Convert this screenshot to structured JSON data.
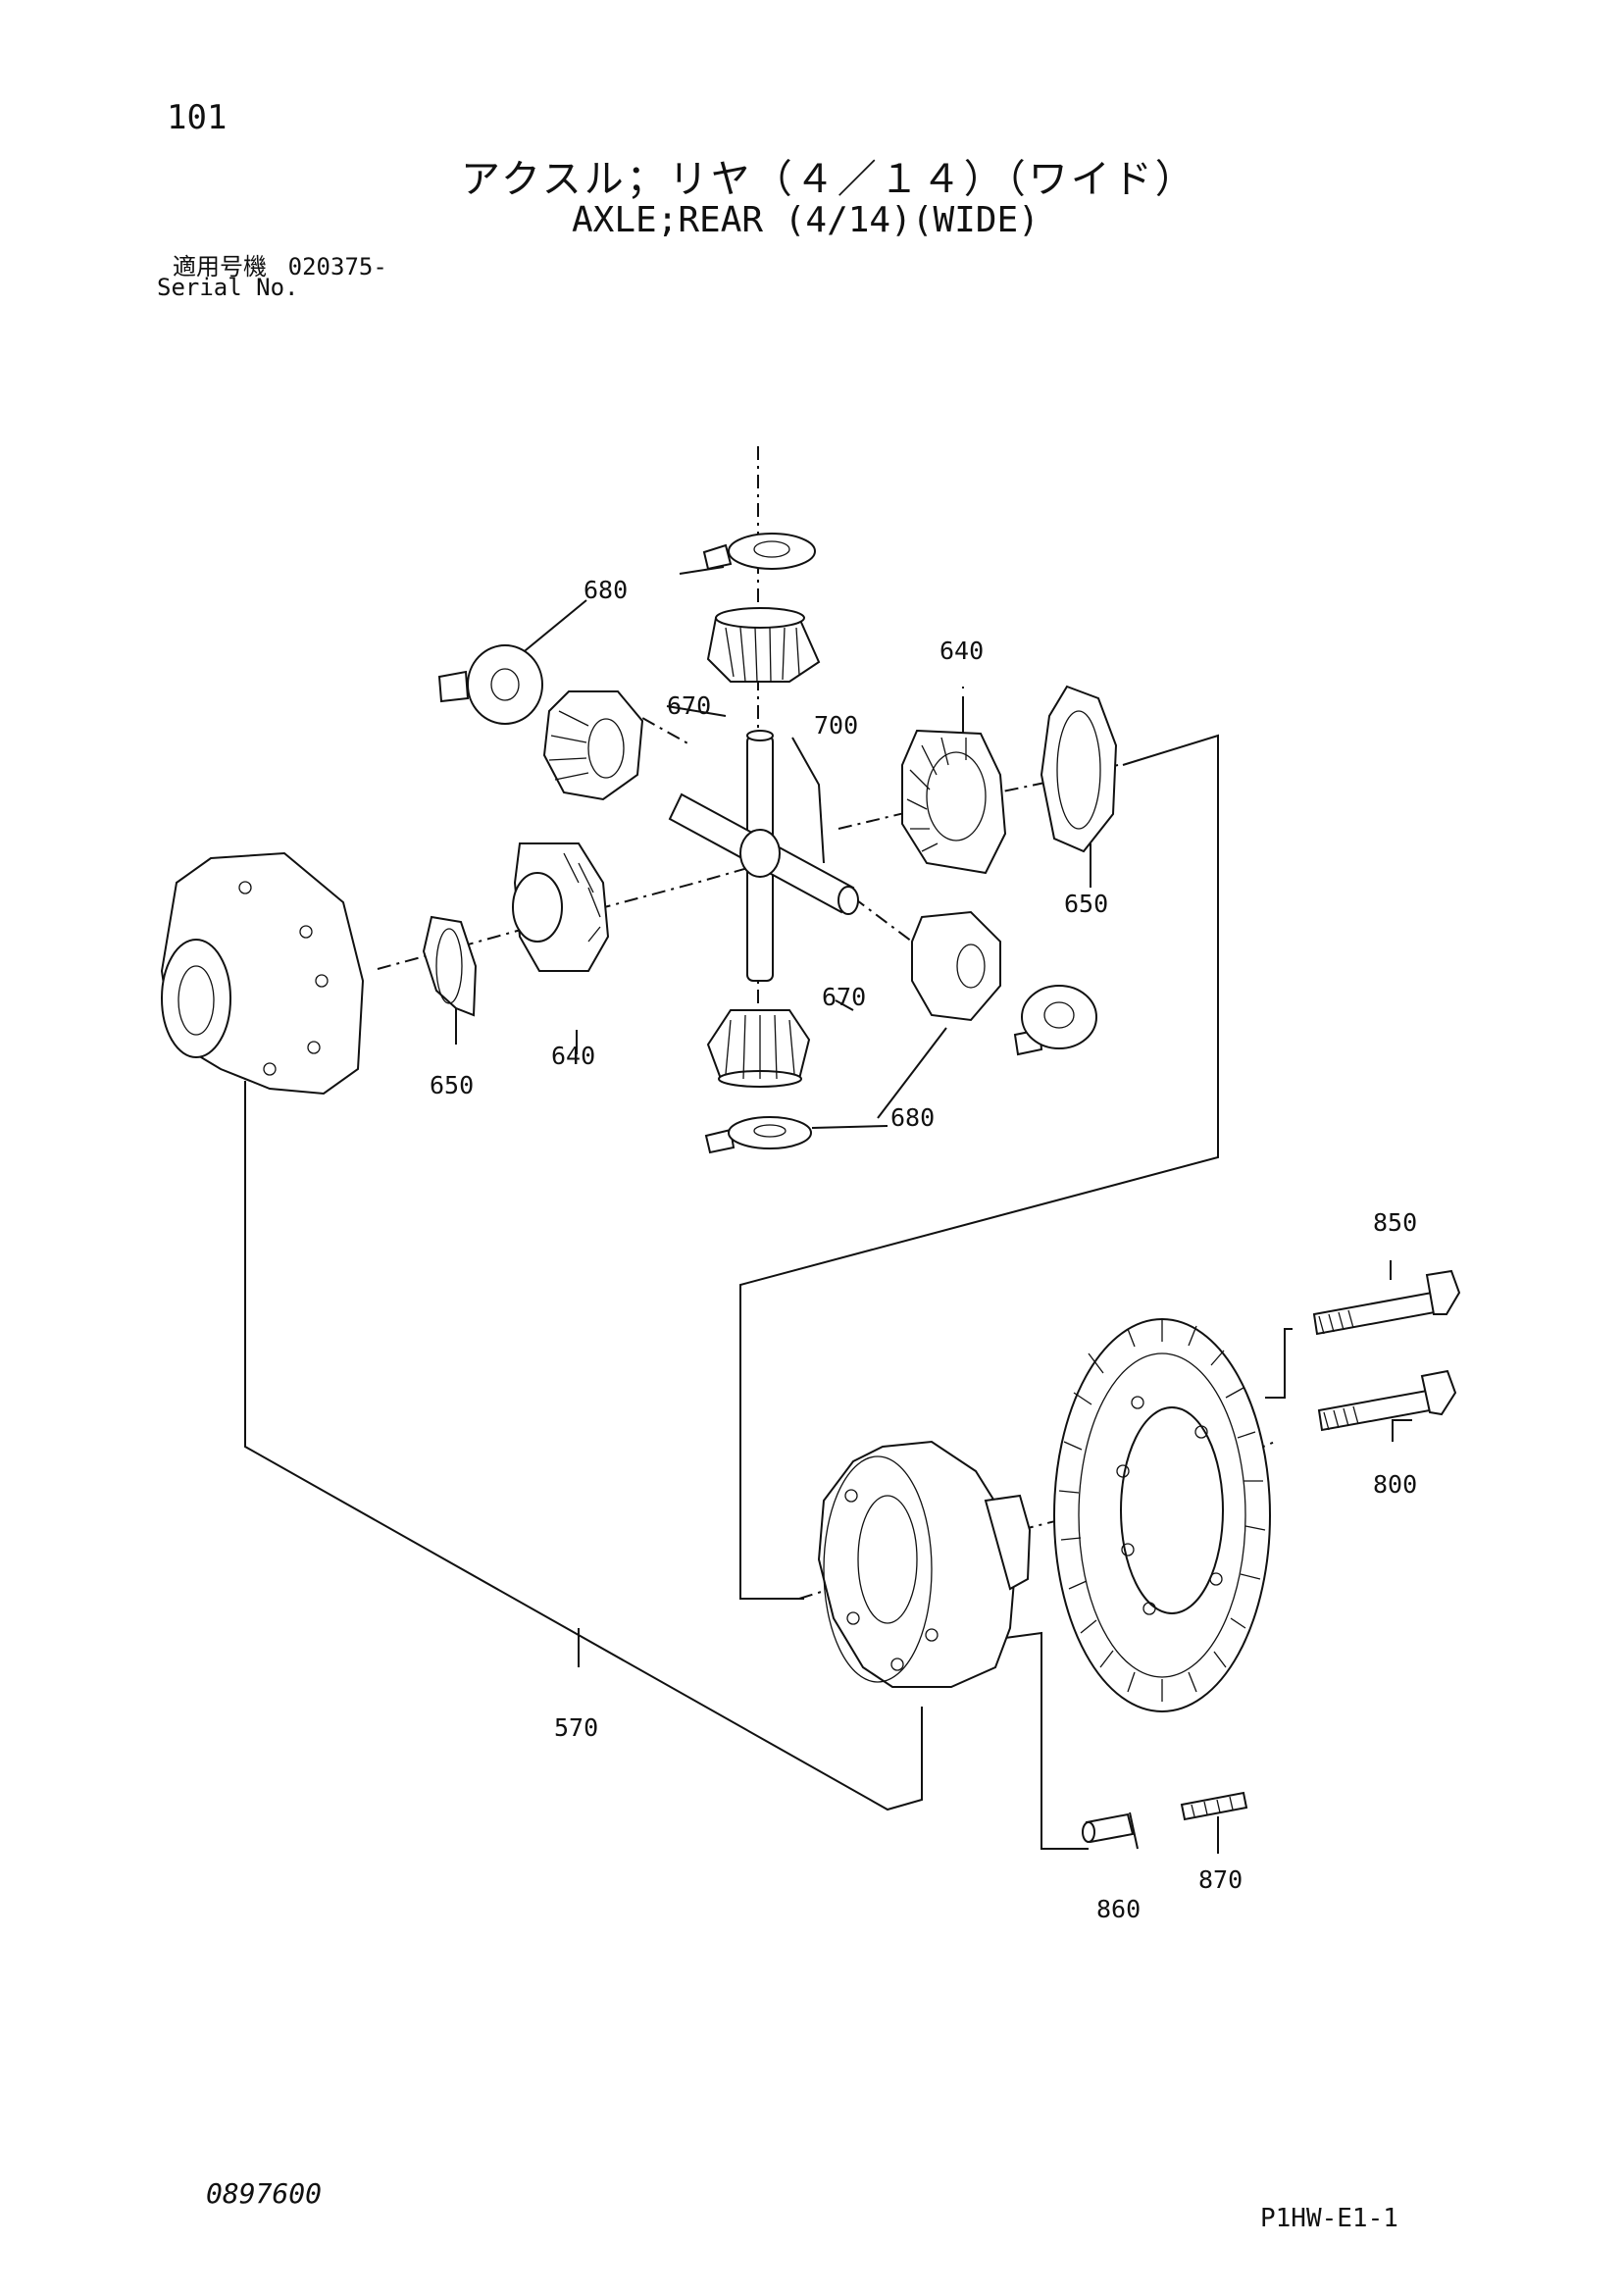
{
  "header": {
    "page_number": "101",
    "title_jp": "アクスル；リヤ（４／１４）（ワイド）",
    "title_en": "AXLE;REAR (4/14)(WIDE)",
    "serial_label_jp": "適用号機",
    "serial_value": "020375-",
    "serial_label_en": "Serial No."
  },
  "callouts": {
    "c680_top": "680",
    "c670_top": "670",
    "c640_right": "640",
    "c700": "700",
    "c650_right": "650",
    "c650_left": "650",
    "c640_left": "640",
    "c670_bottom": "670",
    "c680_bottom": "680",
    "c850": "850",
    "c800": "800",
    "c570": "570",
    "c860": "860",
    "c870": "870"
  },
  "footer": {
    "doc_code": "0897600",
    "sheet_code": "P1HW-E1-1"
  }
}
